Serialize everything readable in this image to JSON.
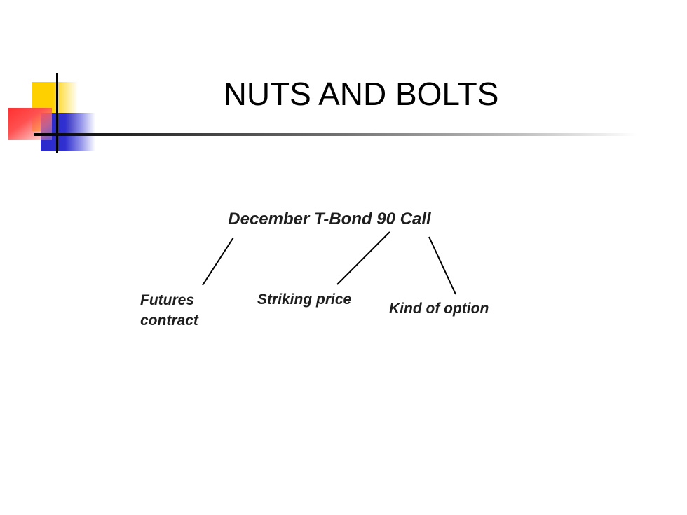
{
  "slide": {
    "title": "NUTS AND BOLTS"
  },
  "diagram": {
    "root": "December T-Bond 90 Call",
    "branches": [
      {
        "label": "Futures contract"
      },
      {
        "label": "Striking price"
      },
      {
        "label": "Kind of option"
      }
    ]
  },
  "colors": {
    "logo_yellow": "#ffd000",
    "logo_blue": "#2a2acc",
    "logo_red": "#ff3030",
    "text": "#1e1e1e"
  }
}
